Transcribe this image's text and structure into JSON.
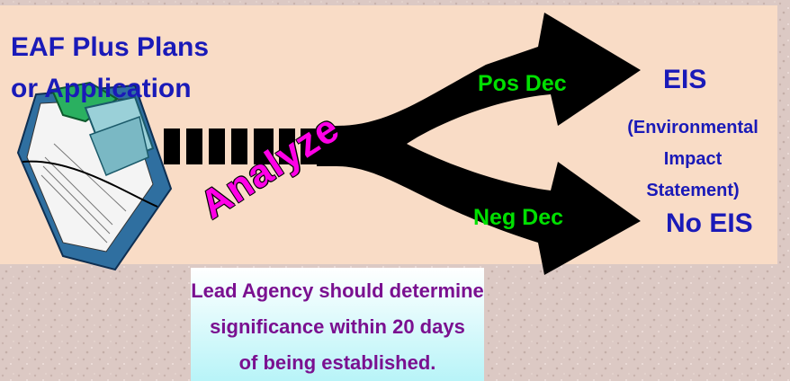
{
  "title": {
    "line1": "EAF Plus Plans",
    "line2": "or Application"
  },
  "action": "Analyze",
  "branches": {
    "positive": {
      "label": "Pos Dec",
      "outcome": "EIS",
      "outcome_detail": [
        "(Environmental",
        "Impact",
        "Statement)"
      ]
    },
    "negative": {
      "label": "Neg Dec",
      "outcome": "No EIS"
    }
  },
  "note": {
    "lines": [
      "Lead Agency should determine",
      "significance within 20 days",
      "of being established."
    ]
  },
  "colors": {
    "title_blue": "#1a1ab8",
    "analyze_magenta": "#ff00e6",
    "decision_green": "#00e000",
    "note_purple": "#7a1090",
    "panel_peach": "#f9dcc6"
  }
}
